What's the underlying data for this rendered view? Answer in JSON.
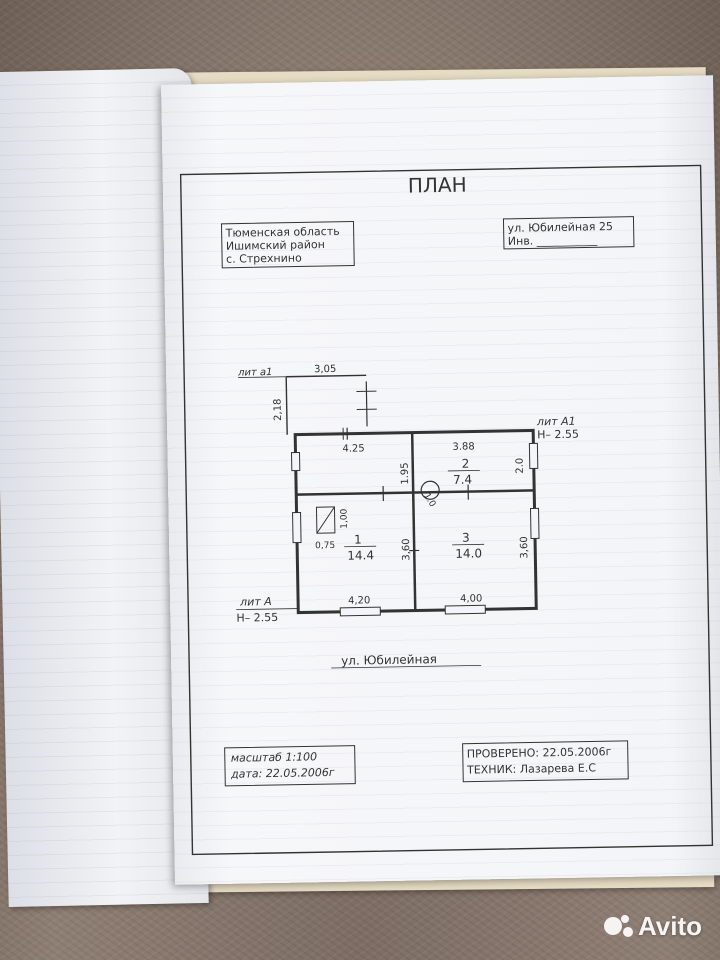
{
  "plan": {
    "title": "ПЛАН",
    "address_block": [
      "Тюменская область",
      "Ишимский район",
      "с. Стрехнино"
    ],
    "street_block": {
      "line1": "ул. Юбилейная 25",
      "line2": "Инв. ___________"
    },
    "lit_a1_small": "лит а1",
    "lit_A1": "лит А1",
    "lit_A": "лит А",
    "height_A1": "Н– 2.55",
    "height_A": "Н– 2.55",
    "street_name": "ул. Юбилейная",
    "dims": {
      "top_ext": "3,05",
      "left_ext": "2,18",
      "hall_width": "4.25",
      "hall_height": "1.95",
      "room2_width": "3.88",
      "room2_height": "2.0",
      "stove": "1.0",
      "room1_width": "4,20",
      "room1_height": "3,60",
      "room3_width": "4,00",
      "room3_height": "3,60",
      "furnace_w": "0,75",
      "furnace_h": "1,00"
    },
    "rooms": [
      {
        "num": "1",
        "area": "14.4"
      },
      {
        "num": "2",
        "area": "7.4"
      },
      {
        "num": "3",
        "area": "14.0"
      }
    ],
    "scale_block": {
      "scale": "масштаб 1:100",
      "date": "дата: 22.05.2006г"
    },
    "check_block": {
      "checked": "ПРОВЕРЕНО: 22.05.2006г",
      "tech": "ТЕХНИК:   Лазарева Е.С"
    }
  },
  "watermark": {
    "text": "Avito"
  }
}
